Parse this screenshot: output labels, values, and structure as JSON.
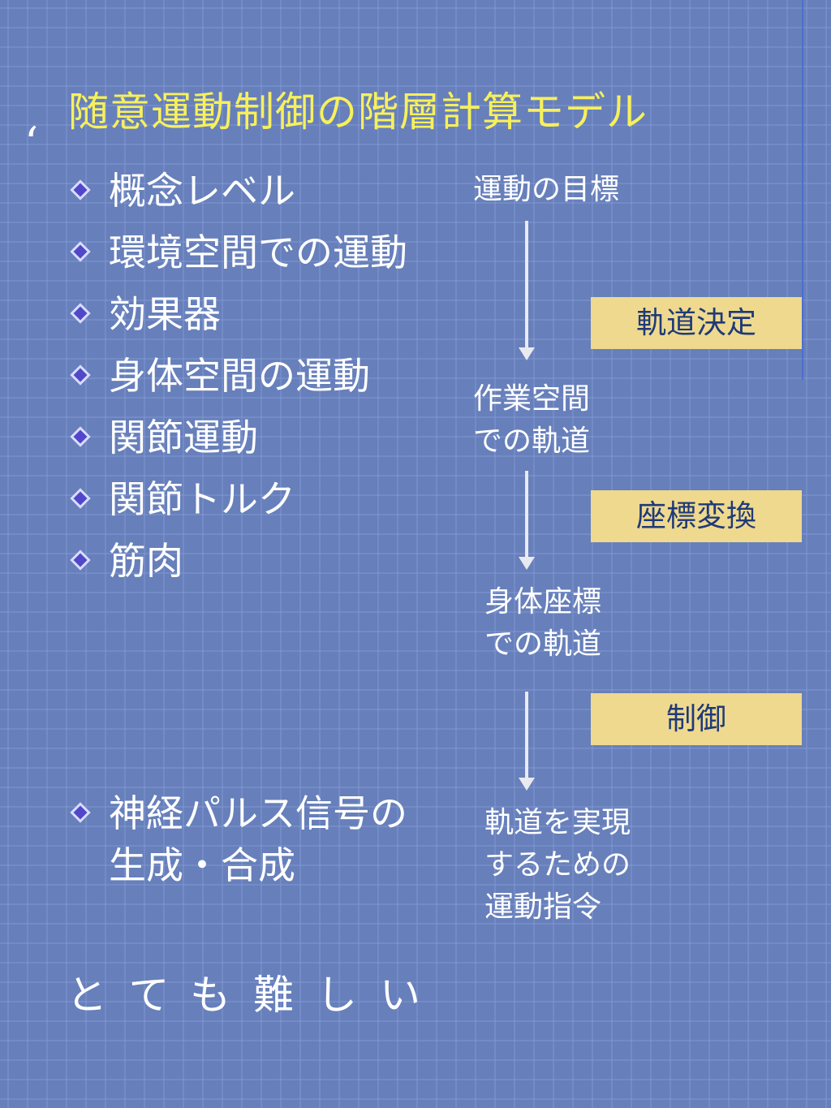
{
  "title": "随意運動制御の階層計算モデル",
  "bullets": [
    "概念レベル",
    "環境空間での運動",
    "効果器",
    "身体空間の運動",
    "関節運動",
    "関節トルク",
    "筋肉"
  ],
  "neural_item": {
    "line1": "神経パルス信号の",
    "line2": "生成・合成"
  },
  "flow": {
    "goal": "運動の目標",
    "stage1": "作業空間\nでの軌道",
    "stage2": "身体座標\nでの軌道",
    "stage3": "軌道を実現\nするための\n運動指令"
  },
  "boxes": {
    "trajectory_decision": "軌道決定",
    "coordinate_transform": "座標変換",
    "control": "制御"
  },
  "footer": "とても難しい",
  "colors": {
    "background": "#233a74",
    "title": "#f7f05b",
    "box": "#efd98e",
    "box_text": "#1f3a78",
    "text": "#ffffff"
  }
}
